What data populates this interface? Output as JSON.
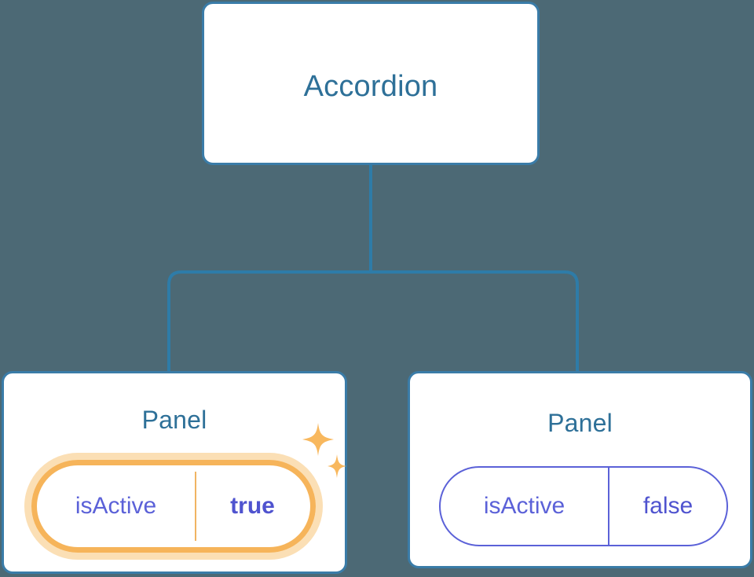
{
  "diagram": {
    "type": "component-tree",
    "background_color": "#4c6975",
    "node_border_color": "#3a7ca8",
    "node_title_color": "#2e7098",
    "connector_color": "#2e7ca8",
    "prop_color": "#5b61d8",
    "highlight_color": "#f6b45a",
    "highlight_glow_color": "#fbdfb5",
    "root": {
      "title": "Accordion"
    },
    "children": [
      {
        "title": "Panel",
        "highlighted": true,
        "prop": {
          "key": "isActive",
          "value": "true",
          "value_bold": true
        },
        "decorations": [
          "sparkle-large-icon",
          "sparkle-small-icon"
        ]
      },
      {
        "title": "Panel",
        "highlighted": false,
        "prop": {
          "key": "isActive",
          "value": "false",
          "value_bold": false
        },
        "decorations": []
      }
    ]
  }
}
